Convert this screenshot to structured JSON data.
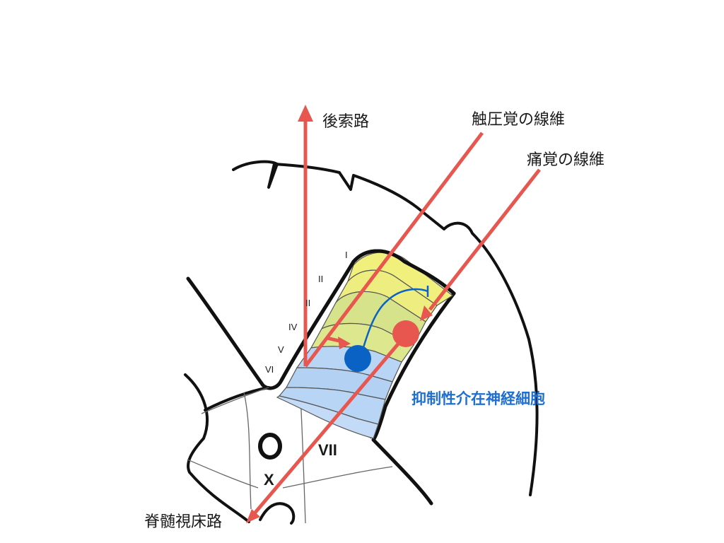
{
  "labels": {
    "dorsal_column_pathway": "後索路",
    "touch_fiber": "触圧覚の線維",
    "pain_fiber": "痛覚の線維",
    "inhibitory_interneuron": "抑制性介在神経細胞",
    "spinothalamic_tract": "脊髄視床路",
    "lamina_vii": "VII",
    "lamina_x": "X"
  },
  "laminae": [
    "I",
    "II",
    "II",
    "IV",
    "V",
    "VI"
  ],
  "colors": {
    "arrow": "#e8574f",
    "pain_neuron": "#e8574f",
    "inhibitory_neuron": "#0a63c4",
    "inhibitory_label": "#1f6fd1",
    "lamina_yellow": "#f2f07c",
    "lamina_green": "#d7e38a",
    "lamina_blue": "#b9d5f5",
    "outline": "#111111"
  }
}
